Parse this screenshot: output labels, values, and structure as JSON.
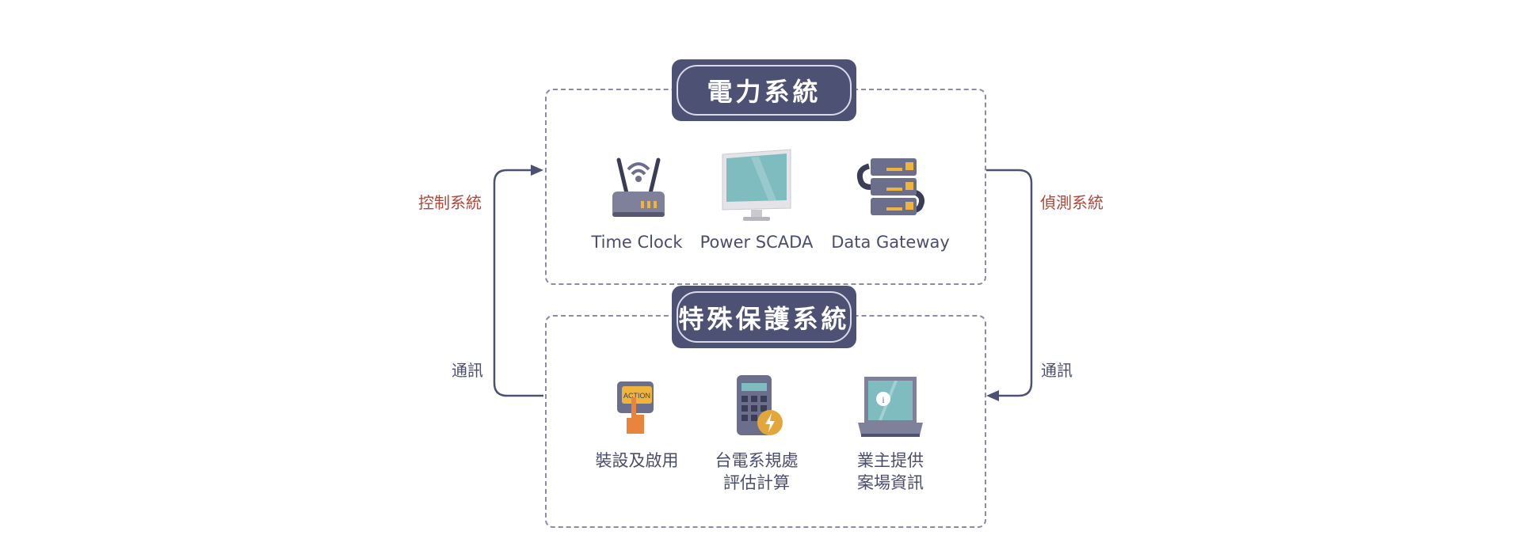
{
  "power_system": {
    "title": "電力系統",
    "items": [
      {
        "label": "Time Clock",
        "icon": "router-icon"
      },
      {
        "label": "Power SCADA",
        "icon": "monitor-icon"
      },
      {
        "label": "Data Gateway",
        "icon": "server-icon"
      }
    ]
  },
  "protection_system": {
    "title": "特殊保護系統",
    "items": [
      {
        "label_line1": "裝設及啟用",
        "label_line2": "",
        "icon": "action-button-icon"
      },
      {
        "label_line1": "台電系規處",
        "label_line2": "評估計算",
        "icon": "calculator-icon"
      },
      {
        "label_line1": "業主提供",
        "label_line2": "案場資訊",
        "icon": "laptop-icon"
      }
    ]
  },
  "left_flow": {
    "label_top": "控制系統",
    "label_bottom": "通訊"
  },
  "right_flow": {
    "label_top": "偵測系統",
    "label_bottom": "通訊"
  },
  "colors": {
    "navy": "#4d5275",
    "red": "#b0473a",
    "dash": "#8a8ca6",
    "accent": "#f0b43c"
  }
}
